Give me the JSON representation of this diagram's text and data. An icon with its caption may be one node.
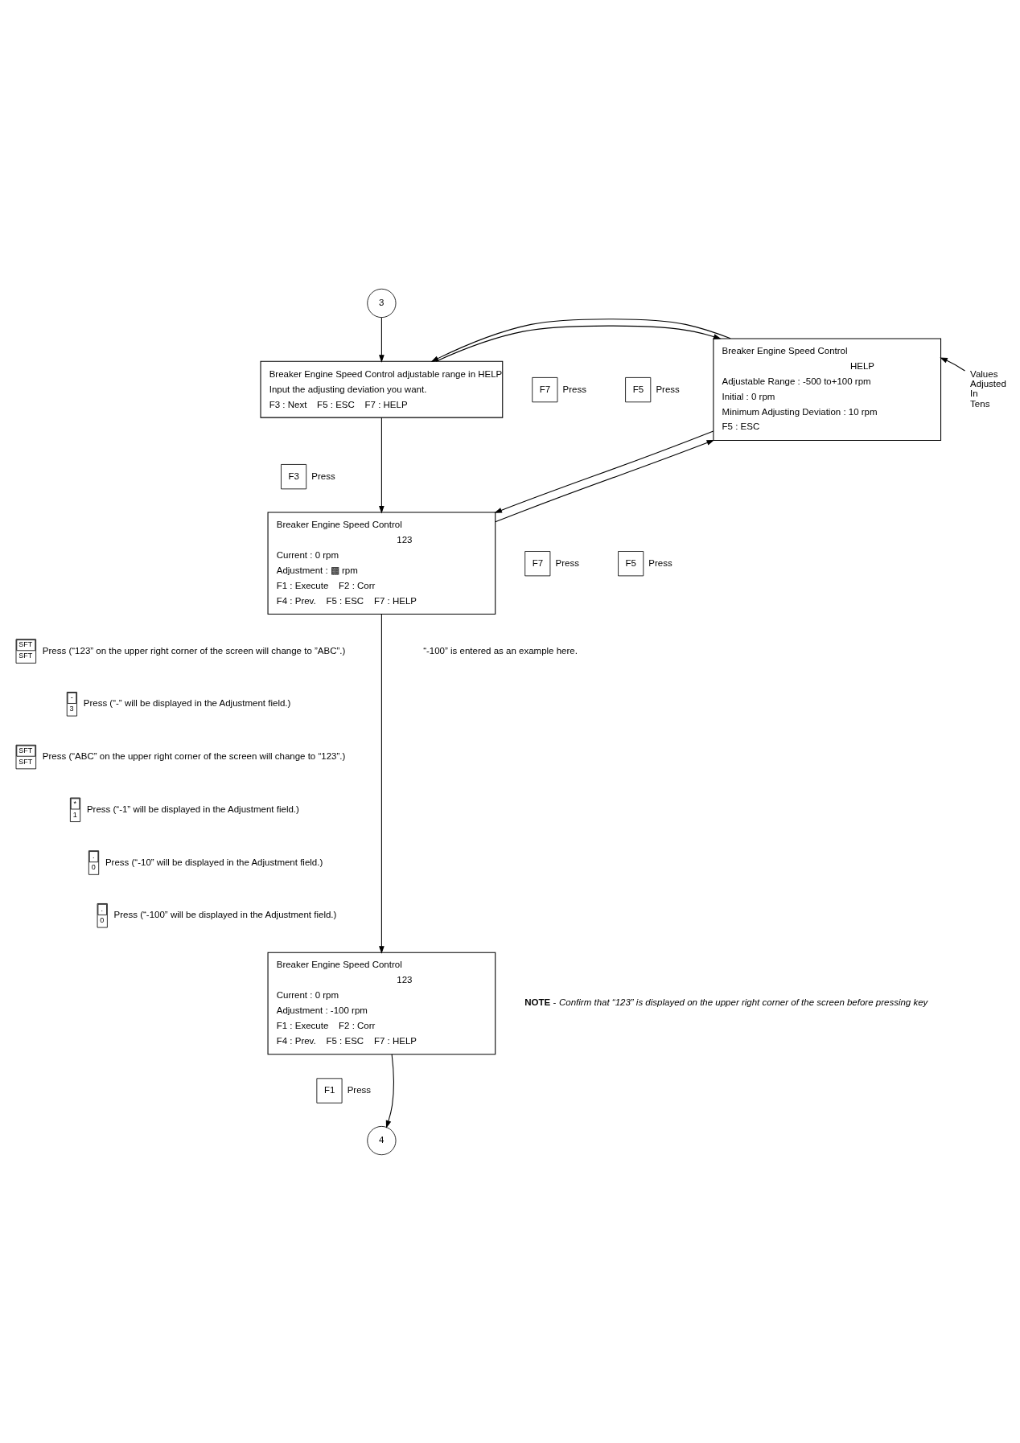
{
  "diagram": {
    "nodes": [
      {
        "text": [
          "3"
        ]
      },
      {
        "text": [
          "Breaker Engine Speed Control adjustable range in HELP",
          "Input the adjusting deviation you want.",
          "F3 : Next    F5 : ESC    F7 : HELP"
        ]
      },
      {
        "text": [
          "F7"
        ],
        "beside": [
          "Press"
        ]
      },
      {
        "text": [
          "F5"
        ],
        "beside": [
          "Press"
        ]
      },
      {
        "text": [
          "Breaker Engine Speed Control",
          "HELP",
          "Adjustable Range : -500 to+100 rpm",
          "Initial : 0 rpm",
          "Minimum Adjusting Deviation : 10 rpm",
          "F5 : ESC"
        ]
      },
      {
        "text": [
          "Values Adjusted In Tens"
        ]
      },
      {
        "text": [
          "F3"
        ],
        "beside": [
          "Press"
        ]
      },
      {
        "text": [
          "Breaker Engine Speed Control",
          "123",
          "Current : 0 rpm",
          "Adjustment : ▩ rpm",
          "F1 : Execute    F2 : Corr",
          "F4 : Prev.    F5 : ESC    F7 : HELP"
        ]
      },
      {
        "text": [
          "F7"
        ],
        "beside": [
          "Press"
        ]
      },
      {
        "text": [
          "F5"
        ],
        "beside": [
          "Press"
        ]
      },
      {
        "text": [
          "SFT",
          "SFT"
        ],
        "beside": [
          "Press (“123” on the upper right corner of the screen will change to ”ABC”.)"
        ]
      },
      {
        "text": [
          "-",
          "3"
        ],
        "beside": [
          "Press (“-” will be displayed in the Adjustment field.)"
        ]
      },
      {
        "text": [
          "SFT",
          "SFT"
        ],
        "beside": [
          "Press (“ABC” on the upper right corner of the screen will change to “123”.)"
        ]
      },
      {
        "text": [
          "*",
          "1"
        ],
        "beside": [
          "Press (“-1” will be displayed in the Adjustment field.)"
        ]
      },
      {
        "text": [
          ".",
          "0"
        ],
        "beside": [
          "Press (“-10” will be displayed in the Adjustment field.)"
        ]
      },
      {
        "text": [
          ".",
          "0"
        ],
        "beside": [
          "Press (“-100” will be displayed in the Adjustment field.)"
        ]
      },
      {
        "text": [
          "Breaker Engine Speed Control",
          "123",
          "Current : 0 rpm",
          "Adjustment : -100 rpm",
          "F1 : Execute    F2 : Corr",
          "F4 : Prev.    F5 : ESC    F7 : HELP"
        ]
      },
      {
        "text": [
          "F1"
        ],
        "beside": [
          "Press"
        ]
      },
      {
        "text": [
          "4"
        ]
      }
    ],
    "edges": [
      {
        "from": 0,
        "to": 1,
        "arrow": "to"
      },
      {
        "from": 1,
        "to": 4,
        "arrow": "to"
      },
      {
        "from": 4,
        "to": 1,
        "arrow": "to"
      },
      {
        "from": 5,
        "to": 4,
        "arrow": "to"
      },
      {
        "from": 1,
        "to": 7,
        "arrow": "to"
      },
      {
        "from": 7,
        "to": 4,
        "arrow": "to"
      },
      {
        "from": 4,
        "to": 7,
        "arrow": "to"
      },
      {
        "from": 7,
        "to": 16,
        "arrow": "to"
      },
      {
        "from": 16,
        "to": 18,
        "arrow": "to"
      }
    ],
    "labels": [
      "“-100” is entered as an example here.",
      "**NOTE** - *Confirm that “123” is displayed on the upper right corner of the screen before pressing key*"
    ]
  }
}
